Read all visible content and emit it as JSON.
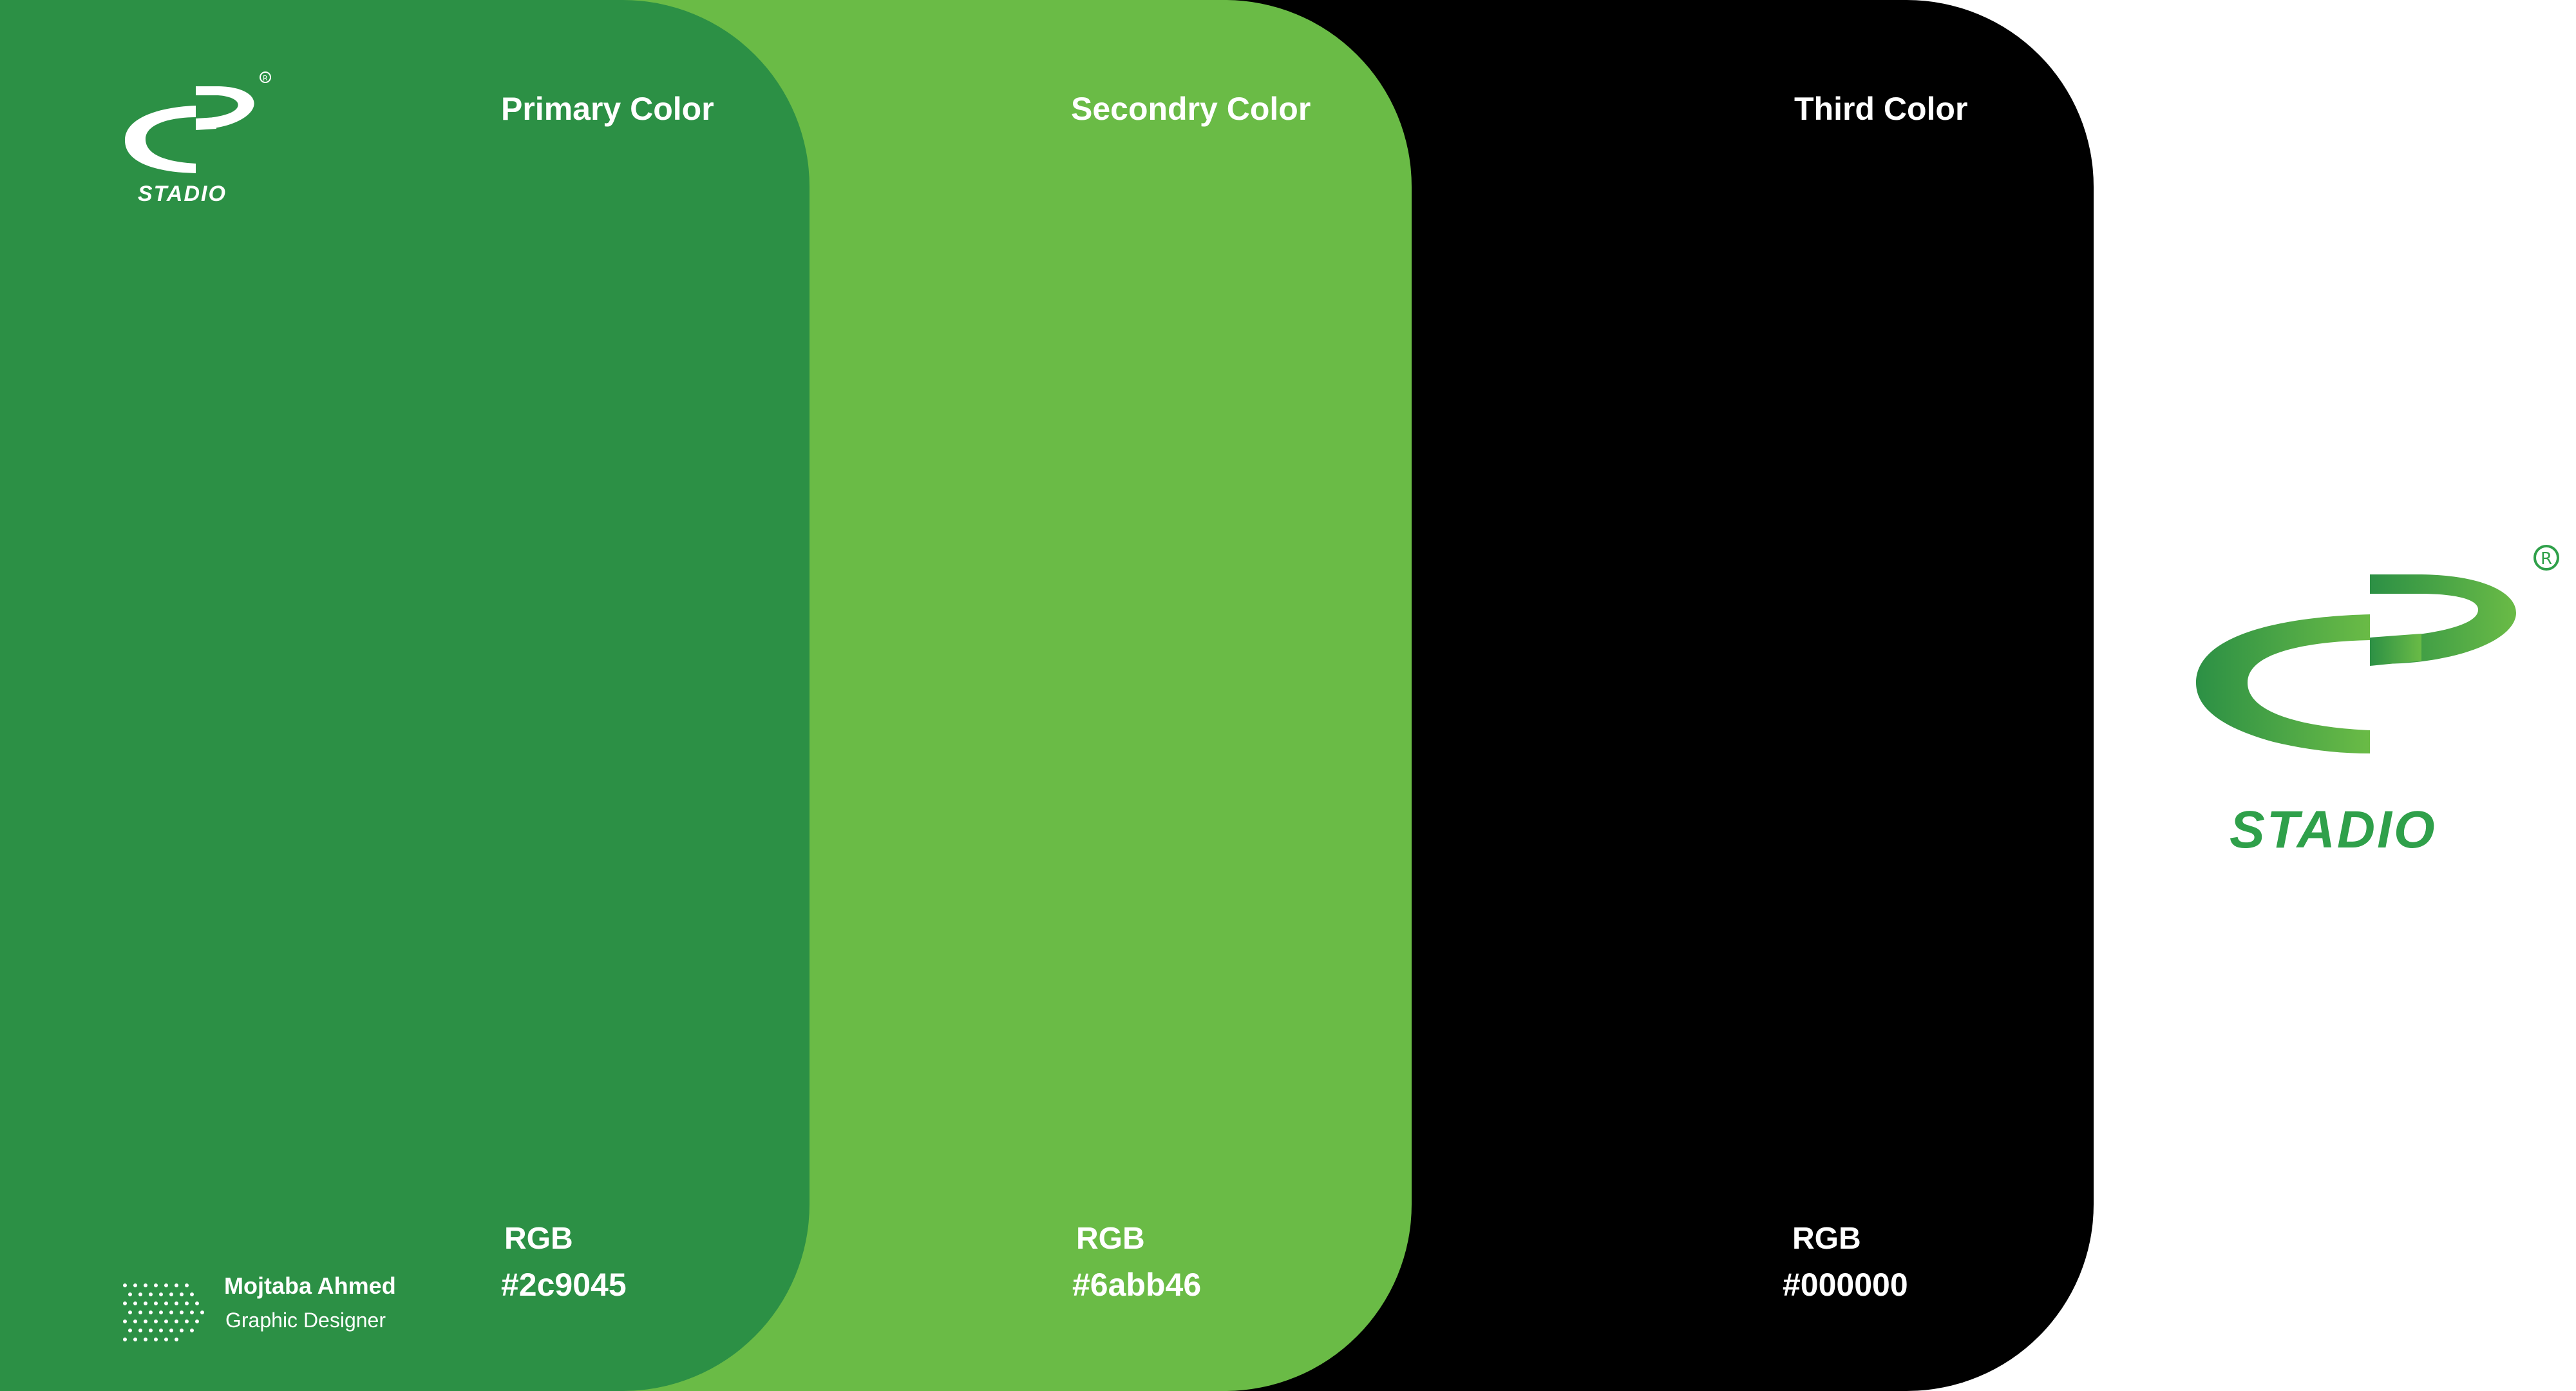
{
  "brand": {
    "name": "STADIO",
    "registered_mark": "®"
  },
  "colors": {
    "primary": {
      "title": "Primary Color",
      "format_label": "RGB",
      "hex": "#2c9045"
    },
    "secondary": {
      "title": "Secondry Color",
      "format_label": "RGB",
      "hex": "#6abb46"
    },
    "third": {
      "title": "Third Color",
      "format_label": "RGB",
      "hex": "#000000"
    }
  },
  "credit": {
    "name": "Mojtaba Ahmed",
    "role": "Graphic Designer"
  },
  "icons": {
    "small_logo": "stadio-logo-icon",
    "big_logo": "stadio-logo-icon",
    "dots": "dot-grid-icon"
  }
}
